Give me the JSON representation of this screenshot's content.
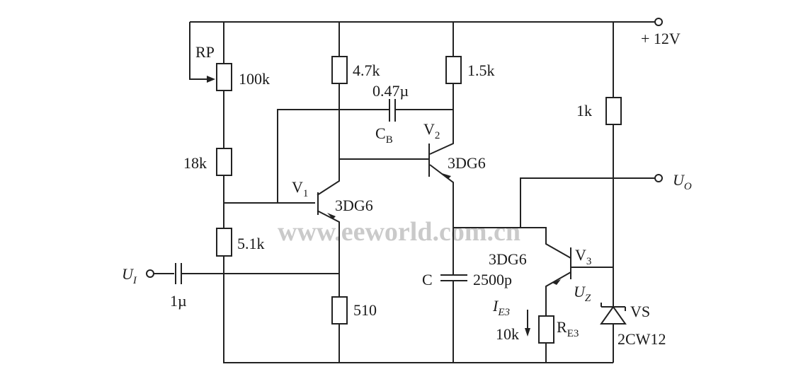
{
  "watermark": "www.eeworld.com.cn",
  "supply": "+ 12V",
  "input": {
    "symbol": "U",
    "sub": "I"
  },
  "output": {
    "symbol": "U",
    "sub": "O"
  },
  "components": {
    "rp_name": "RP",
    "rp_value": "100k",
    "r_18k": "18k",
    "r_5_1k": "5.1k",
    "r_4_7k": "4.7k",
    "r_510": "510",
    "r_1_5k": "1.5k",
    "r_1k": "1k",
    "c_in": "1µ",
    "cb_value": "0.47µ",
    "cb_name": "C",
    "cb_sub": "B",
    "c_name": "C",
    "c_value": "2500p",
    "v1_name": "V",
    "v1_sub": "1",
    "v1_type": "3DG6",
    "v2_name": "V",
    "v2_sub": "2",
    "v2_type": "3DG6",
    "v3_name": "V",
    "v3_sub": "3",
    "v3_type": "3DG6",
    "re3_name": "R",
    "re3_sub": "E3",
    "re3_value": "10k",
    "ie3_name": "I",
    "ie3_sub": "E3",
    "uz_name": "U",
    "uz_sub": "Z",
    "vs_name": "VS",
    "vs_type": "2CW12"
  }
}
